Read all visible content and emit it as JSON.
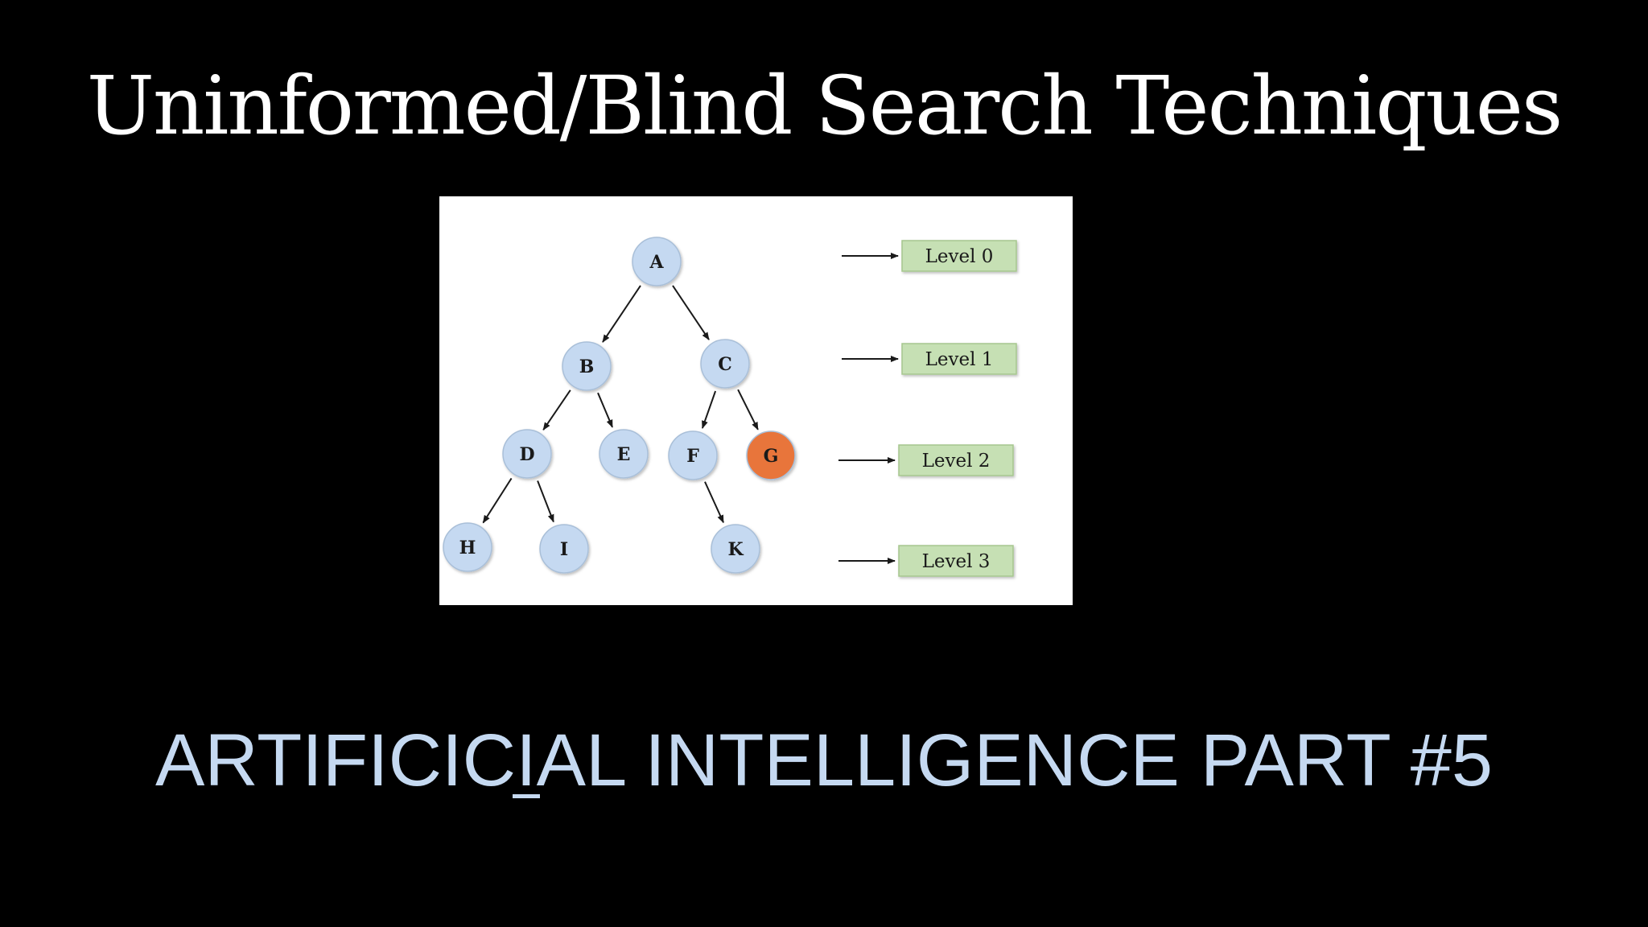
{
  "slide": {
    "title": "Uninformed/Blind Search Techniques",
    "subtitle": {
      "part1": "ARTIFICIC",
      "underlined": "I",
      "part2": "AL INTELLIGENCE",
      "part3": "PART #5"
    }
  },
  "tree": {
    "node_color": "#c5d9f1",
    "goal_color": "#e8743b",
    "nodes": [
      {
        "id": "A",
        "label": "A",
        "level": 0,
        "goal": false
      },
      {
        "id": "B",
        "label": "B",
        "level": 1,
        "goal": false
      },
      {
        "id": "C",
        "label": "C",
        "level": 1,
        "goal": false
      },
      {
        "id": "D",
        "label": "D",
        "level": 2,
        "goal": false
      },
      {
        "id": "E",
        "label": "E",
        "level": 2,
        "goal": false
      },
      {
        "id": "F",
        "label": "F",
        "level": 2,
        "goal": false
      },
      {
        "id": "G",
        "label": "G",
        "level": 2,
        "goal": true
      },
      {
        "id": "H",
        "label": "H",
        "level": 3,
        "goal": false
      },
      {
        "id": "I",
        "label": "I",
        "level": 3,
        "goal": false
      },
      {
        "id": "K",
        "label": "K",
        "level": 3,
        "goal": false
      }
    ],
    "edges": [
      {
        "from": "A",
        "to": "B"
      },
      {
        "from": "A",
        "to": "C"
      },
      {
        "from": "B",
        "to": "D"
      },
      {
        "from": "B",
        "to": "E"
      },
      {
        "from": "C",
        "to": "F"
      },
      {
        "from": "C",
        "to": "G"
      },
      {
        "from": "D",
        "to": "H"
      },
      {
        "from": "D",
        "to": "I"
      },
      {
        "from": "F",
        "to": "K"
      }
    ],
    "levels": [
      {
        "label": "Level 0"
      },
      {
        "label": "Level 1"
      },
      {
        "label": "Level 2"
      },
      {
        "label": "Level 3"
      }
    ]
  }
}
